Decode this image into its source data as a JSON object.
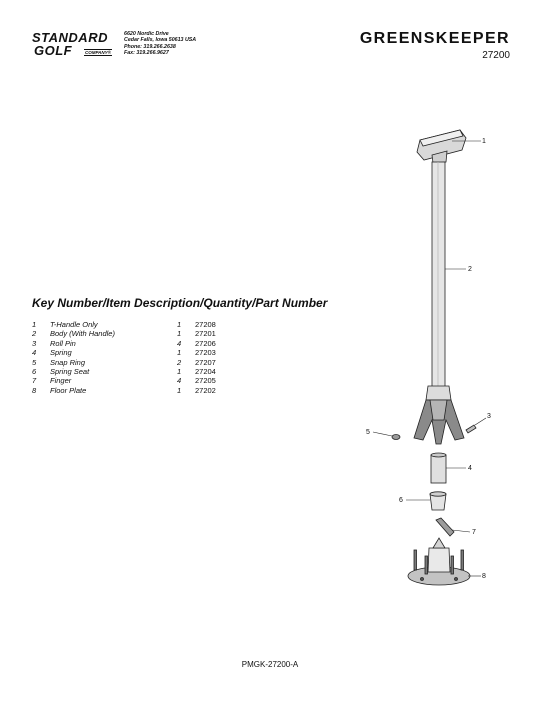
{
  "company": {
    "logo_line1": "STANDARD",
    "logo_line2": "GOLF",
    "logo_line3": "COMPANY®",
    "address": [
      "6620 Nordic Drive",
      "Cedar Falls, Iowa  50613  USA",
      "Phone: 319.266.2638",
      "Fax: 319.266.9627"
    ]
  },
  "header": {
    "title": "GREENSKEEPER",
    "part_number": "27200"
  },
  "key_heading": "Key Number/Item Description/Quantity/Part Number",
  "parts": [
    {
      "key": "1",
      "description": "T-Handle Only",
      "qty": "1",
      "part": "27208"
    },
    {
      "key": "2",
      "description": "Body (With Handle)",
      "qty": "1",
      "part": "27201"
    },
    {
      "key": "3",
      "description": "Roll Pin",
      "qty": "4",
      "part": "27206"
    },
    {
      "key": "4",
      "description": "Spring",
      "qty": "1",
      "part": "27203"
    },
    {
      "key": "5",
      "description": "Snap Ring",
      "qty": "2",
      "part": "27207"
    },
    {
      "key": "6",
      "description": "Spring Seat",
      "qty": "1",
      "part": "27204"
    },
    {
      "key": "7",
      "description": "Finger",
      "qty": "4",
      "part": "27205"
    },
    {
      "key": "8",
      "description": "Floor Plate",
      "qty": "1",
      "part": "27202"
    }
  ],
  "callouts": [
    "1",
    "2",
    "3",
    "4",
    "5",
    "6",
    "7",
    "8"
  ],
  "footer": "PMGK-27200-A"
}
